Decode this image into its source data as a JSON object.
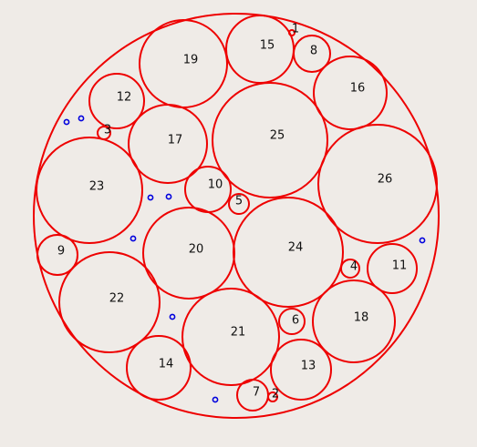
{
  "diagram": {
    "circle_labels": [
      "1",
      "2",
      "3",
      "4",
      "5",
      "6",
      "7",
      "8",
      "9",
      "10",
      "11",
      "12",
      "13",
      "14",
      "15",
      "16",
      "17",
      "18",
      "19",
      "20",
      "21",
      "22",
      "23",
      "24",
      "25",
      "26"
    ],
    "colors": {
      "background": "#efebe7",
      "circles": "#ee0000",
      "points": "#0000dd",
      "text": "#111111"
    }
  }
}
